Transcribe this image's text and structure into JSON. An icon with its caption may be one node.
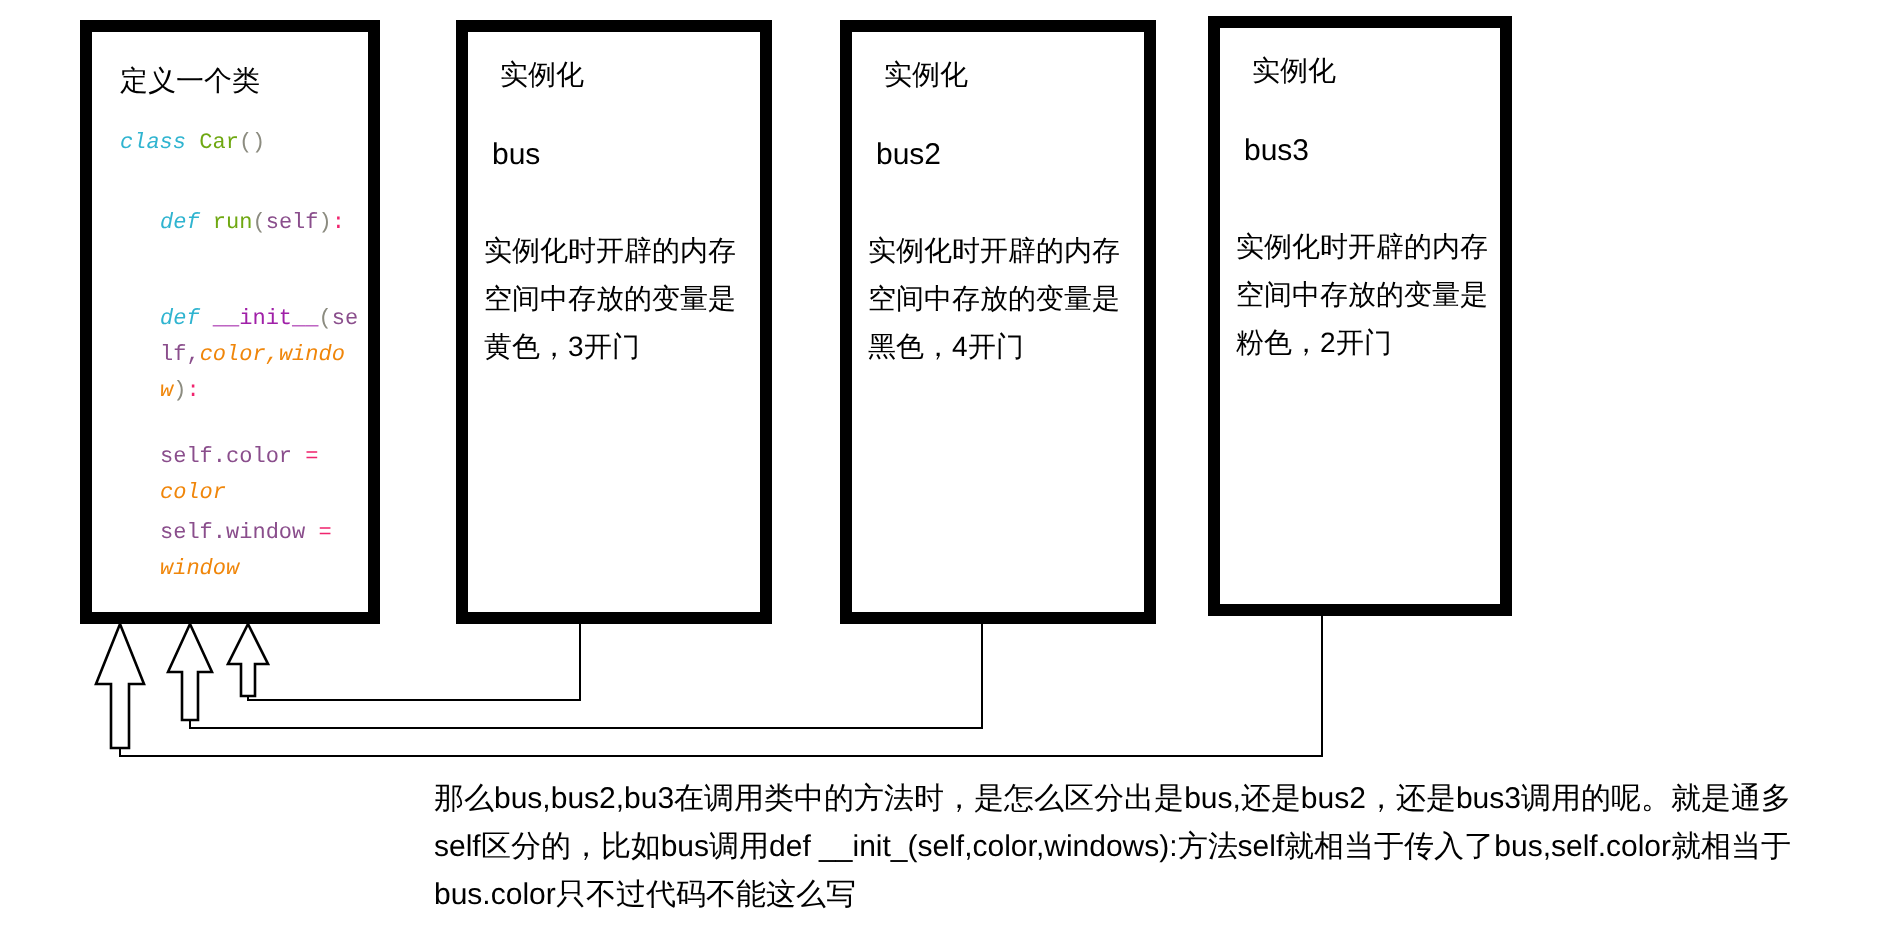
{
  "diagram": {
    "nodes": [
      {
        "text": [
          "定义一个类",
          "class Car()",
          "def run(self):",
          "def __init__(self,color,window):",
          "self.color = color",
          "self.window = window"
        ]
      },
      {
        "text": [
          "实例化",
          "bus",
          "实例化时开辟的内存空间中存放的变量是黄色，3开门"
        ]
      },
      {
        "text": [
          "实例化",
          "bus2",
          "实例化时开辟的内存空间中存放的变量是黑色，4开门"
        ]
      },
      {
        "text": [
          "实例化",
          "bus3",
          "实例化时开辟的内存空间中存放的变量是粉色，2开门"
        ]
      }
    ],
    "edges": [
      {
        "from": 1,
        "to": 0,
        "arrow": "to"
      },
      {
        "from": 2,
        "to": 0,
        "arrow": "to"
      },
      {
        "from": 3,
        "to": 0,
        "arrow": "to"
      }
    ],
    "labels": [
      "那么bus,bus2,bu3在调用类中的方法时，是怎么区分出是bus,还是bus2，还是bus3调用的呢。就是通多self区分的，比如bus调用def __init_(self,color,windows):方法self就相当于传入了bus,self.color就相当于bus.color只不过代码不能这么写"
    ]
  }
}
